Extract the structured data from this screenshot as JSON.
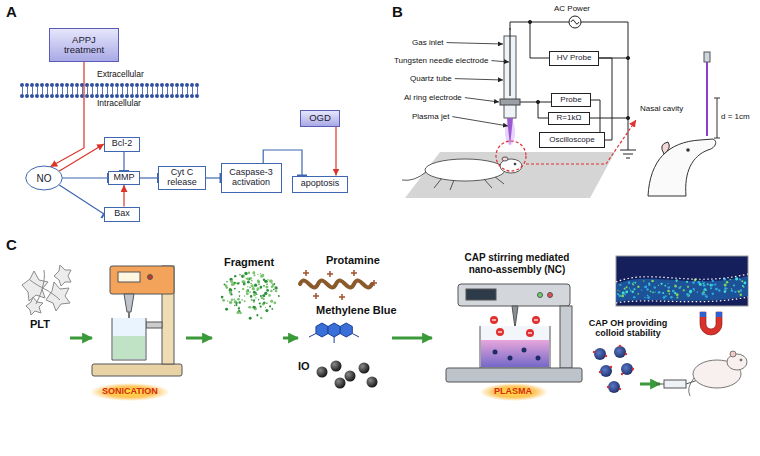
{
  "diagram": {
    "nodes": [
      {
        "text": [
          "APPJ treatment"
        ]
      },
      {
        "text": [
          "NO"
        ]
      },
      {
        "text": [
          "Bcl-2"
        ]
      },
      {
        "text": [
          "MMP"
        ]
      },
      {
        "text": [
          "Bax"
        ]
      },
      {
        "text": [
          "Cyt C release"
        ]
      },
      {
        "text": [
          "Caspase-3 activation"
        ]
      },
      {
        "text": [
          "OGD"
        ]
      },
      {
        "text": [
          "apoptosis"
        ]
      },
      {
        "text": [
          "HV Probe"
        ]
      },
      {
        "text": [
          "Probe"
        ]
      },
      {
        "text": [
          "R=1kΩ"
        ]
      },
      {
        "text": [
          "Oscilloscope"
        ]
      }
    ],
    "edges": [
      {
        "from": 0,
        "to": 1,
        "arrow": "to"
      },
      {
        "from": 1,
        "to": 2,
        "arrow": "to"
      },
      {
        "from": 1,
        "to": 3,
        "arrow": "to"
      },
      {
        "from": 1,
        "to": 4,
        "arrow": "to"
      },
      {
        "from": 2,
        "to": 3,
        "arrow": "to"
      },
      {
        "from": 4,
        "to": 3,
        "arrow": "to"
      },
      {
        "from": 3,
        "to": 5,
        "arrow": "to"
      },
      {
        "from": 5,
        "to": 6,
        "arrow": "to"
      },
      {
        "from": 6,
        "to": 8,
        "arrow": "to"
      },
      {
        "from": 7,
        "to": 8,
        "arrow": "to"
      },
      {
        "from": 9,
        "to": 12,
        "arrow": "none"
      },
      {
        "from": 10,
        "to": 12,
        "arrow": "none"
      }
    ],
    "labels": [
      "A",
      "B",
      "C",
      "Extracellular",
      "Intracellular",
      "AC Power",
      "Gas inlet",
      "Tungsten needle electrode",
      "Quartz tube",
      "Al ring electrode",
      "Plasma jet",
      "Nasal cavity",
      "d = 1cm",
      "PLT",
      "SONICATION",
      "Fragment",
      "Protamine",
      "Methylene Blue",
      "IO",
      "CAP stirring mediated nano-assembly (NC)",
      "PLASMA",
      "CAP OH providing colloid stability"
    ]
  }
}
